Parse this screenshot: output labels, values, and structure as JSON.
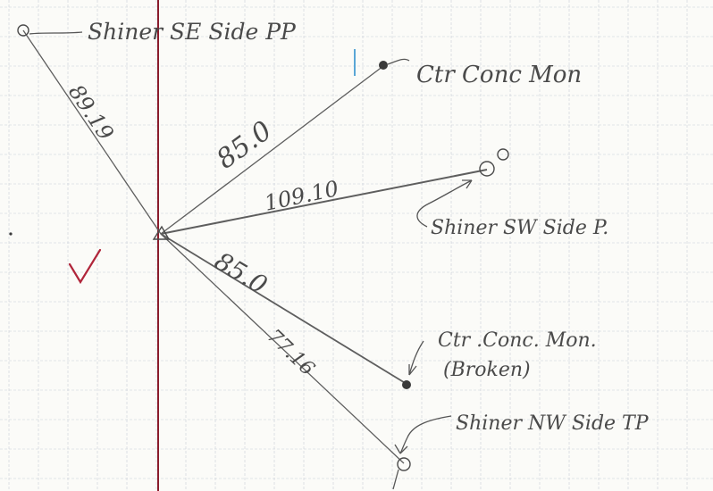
{
  "sheet": {
    "paper_color": "#fbfbf8",
    "grid_color": "#c9cdd6",
    "margin_line_color": "#8a1c2c",
    "ink_color": "#4a4a4a",
    "check_color": "#b0253a"
  },
  "points": {
    "se_pp": "Shiner SE Side PP",
    "ctr_mon": "Ctr Conc Mon",
    "sw_pp": "Shiner SW Side P.",
    "ctr_mon_broken_line1": "Ctr .Conc. Mon.",
    "ctr_mon_broken_line2": "(Broken)",
    "nw_tp": "Shiner NW Side TP"
  },
  "distances": {
    "to_se_pp": "89.19",
    "to_ctr_mon": "85.0",
    "to_sw_pp": "109.10",
    "to_ctr_mon_broken": "85.0",
    "to_nw_tp": "77.16"
  },
  "check_mark": "✓"
}
